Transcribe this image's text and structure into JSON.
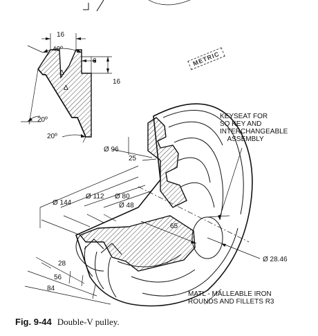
{
  "groove_detail": {
    "dim_top_width": "16",
    "dim_angle": "40º",
    "dim_flange": "6",
    "dim_depth": "16",
    "dim_lower_angle": "20º",
    "dim_side_angle": "20º"
  },
  "stamp": "METRIC",
  "pulley": {
    "dim_hub_dia": "Ø 96",
    "dim_hub_offset": "25",
    "dim_outer_dia": "Ø 144",
    "dim_groove_dia": "Ø 112",
    "dim_bore_dia": "Ø 80",
    "dim_inner_dia": "Ø 48",
    "dim_hub_length": "65",
    "dim_bore": "Ø 28.46",
    "dim_width_1": "28",
    "dim_width_2": "56",
    "dim_width_3": "84"
  },
  "notes": {
    "keyseat": "KEYSEAT FOR\nSQ KEY AND\nINTERCHANGEABLE\n    ASSEMBLY",
    "material": "MATL - MALLEABLE IRON\nROUNDS AND FILLETS R3"
  },
  "caption": {
    "figure": "Fig. 9-44",
    "description": "Double-V pulley."
  }
}
